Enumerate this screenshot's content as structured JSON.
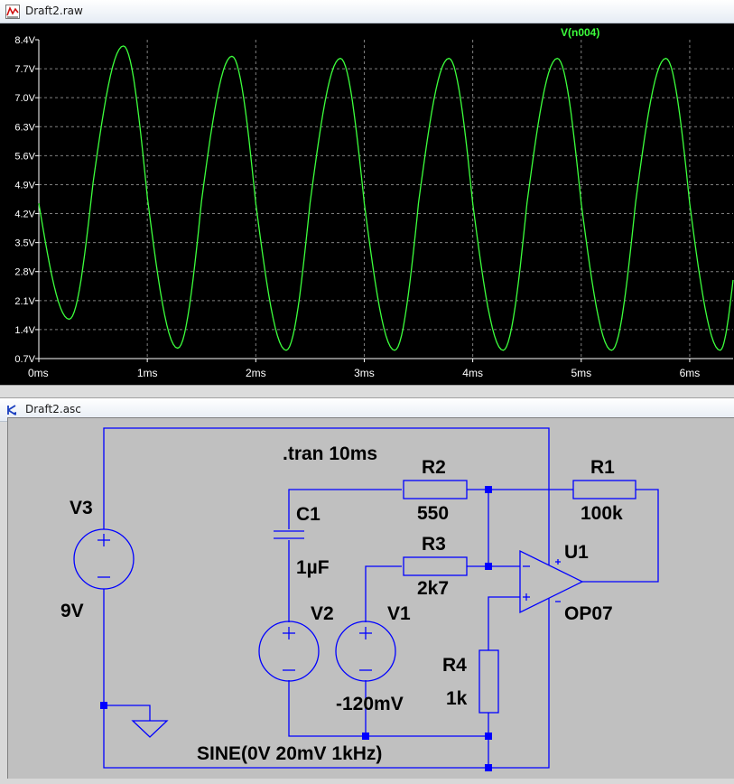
{
  "plot_window": {
    "title": "Draft2.raw",
    "trace_label": "V(n004)",
    "trace_color": "#3cff3c"
  },
  "schematic_window": {
    "title": "Draft2.asc",
    "directive": ".tran 10ms",
    "source_spec": "SINE(0V 20mV 1kHz)",
    "components": {
      "V3": {
        "name": "V3",
        "value": "9V"
      },
      "C1": {
        "name": "C1",
        "value": "1µF"
      },
      "R2": {
        "name": "R2",
        "value": "550"
      },
      "R1": {
        "name": "R1",
        "value": "100k"
      },
      "R3": {
        "name": "R3",
        "value": "2k7"
      },
      "U1": {
        "name": "U1",
        "value": "OP07"
      },
      "V2": {
        "name": "V2"
      },
      "V1": {
        "name": "V1",
        "value": "-120mV"
      },
      "R4": {
        "name": "R4",
        "value": "1k"
      }
    },
    "wire_color": "#0000ff"
  },
  "chart_data": {
    "type": "line",
    "x_tick_labels": [
      "0ms",
      "1ms",
      "2ms",
      "3ms",
      "4ms",
      "5ms",
      "6ms"
    ],
    "y_tick_labels": [
      "8.4V",
      "7.7V",
      "7.0V",
      "6.3V",
      "5.6V",
      "4.9V",
      "4.2V",
      "3.5V",
      "2.8V",
      "2.1V",
      "1.4V",
      "0.7V"
    ],
    "xlim": [
      0,
      6.4
    ],
    "ylim": [
      0.7,
      8.4
    ],
    "grid": true,
    "series": [
      {
        "name": "V(n004)",
        "x": [
          0,
          0.28,
          0.5,
          0.78,
          1.0,
          1.28,
          1.5,
          1.78,
          2.0,
          2.28,
          2.5,
          2.78,
          3.0,
          3.28,
          3.5,
          3.78,
          4.0,
          4.28,
          4.5,
          4.78,
          5.0,
          5.28,
          5.5,
          5.78,
          6.0,
          6.28,
          6.4
        ],
        "y": [
          4.45,
          1.65,
          4.95,
          8.25,
          4.6,
          0.95,
          4.5,
          8.0,
          4.45,
          0.9,
          4.45,
          7.95,
          4.45,
          0.9,
          4.45,
          7.95,
          4.45,
          0.9,
          4.45,
          7.95,
          4.45,
          0.9,
          4.45,
          7.95,
          4.45,
          0.9,
          2.6
        ]
      }
    ]
  }
}
